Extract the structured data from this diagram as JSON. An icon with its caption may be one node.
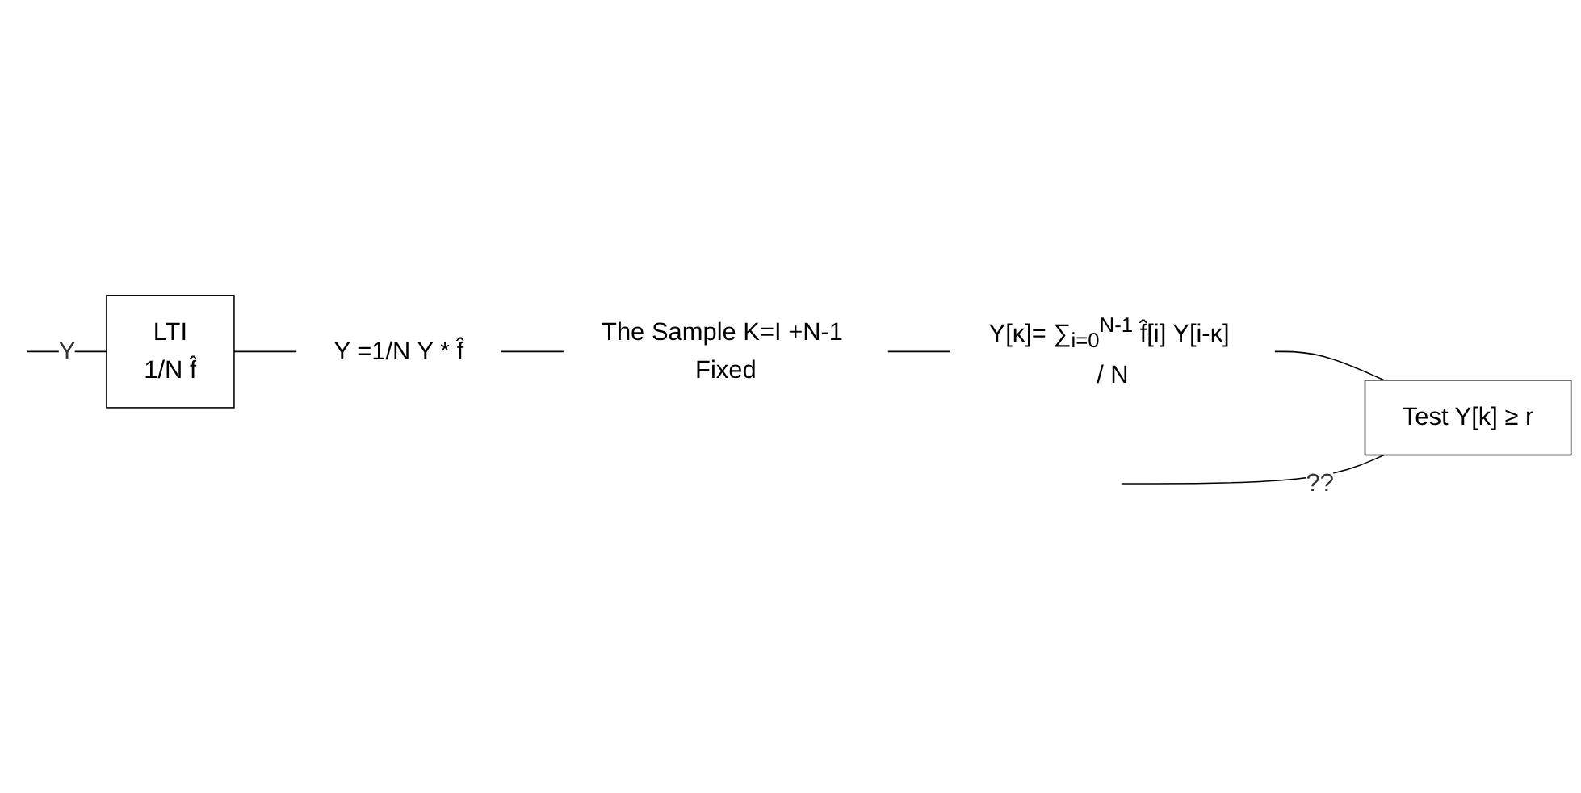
{
  "diagram": {
    "nodes": [
      {
        "text": [
          "LTI",
          "1/N f̂"
        ]
      },
      {
        "text": [
          "Y =1/N Y * f̂"
        ]
      },
      {
        "text": [
          "The Sample K=I +N-1 Fixed"
        ]
      },
      {
        "text": [
          "Y[κ]= ∑$_{i=0}$$^{N-1}$ f̂[i] Y[i-κ] / N"
        ]
      },
      {
        "text": [
          "Test Y[k] ≥ r"
        ]
      }
    ],
    "edges": [
      {
        "from": null,
        "to": 0,
        "arrow": "none",
        "label": "Y"
      },
      {
        "from": 0,
        "to": 1,
        "arrow": "none"
      },
      {
        "from": 1,
        "to": 2,
        "arrow": "none"
      },
      {
        "from": 2,
        "to": 3,
        "arrow": "none"
      },
      {
        "from": 3,
        "to": 4,
        "arrow": "none"
      },
      {
        "from": null,
        "to": 4,
        "arrow": "none",
        "label": "??"
      }
    ]
  }
}
